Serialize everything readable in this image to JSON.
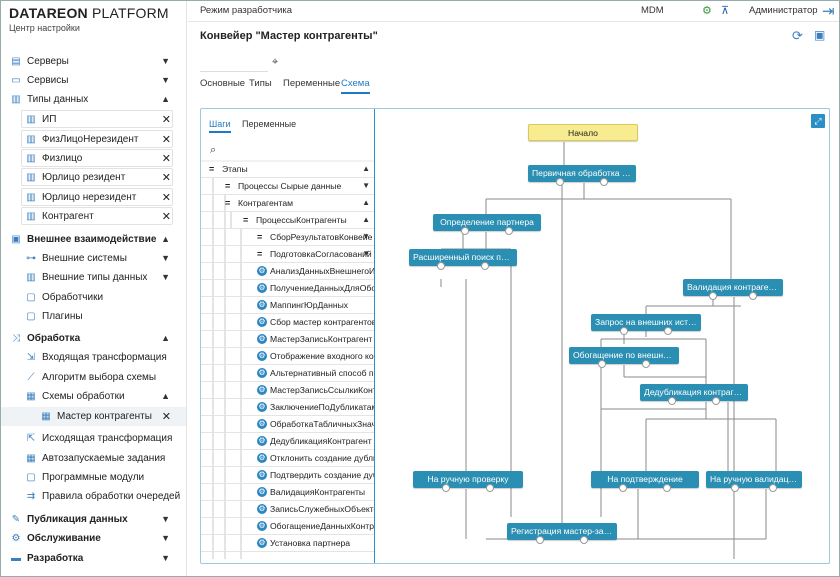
{
  "brand": {
    "name_bold": "DATAREON",
    "name_light": " PLATFORM",
    "subtitle": "Центр настройки"
  },
  "header": {
    "mode": "Режим разработчика",
    "mdm": "MDM",
    "user": "Администратор"
  },
  "sidebar": {
    "servers": "Серверы",
    "services": "Сервисы",
    "data_types": "Типы данных",
    "dt_items": [
      "ИП",
      "ФизЛицоНерезидент",
      "Физлицо",
      "Юрлицо резидент",
      "Юрлицо нерезидент",
      "Контрагент"
    ],
    "external": "Внешнее взаимодействие",
    "ext_items": [
      "Внешние системы",
      "Внешние типы данных",
      "Обработчики",
      "Плагины"
    ],
    "processing": "Обработка",
    "proc_items": [
      "Входящая трансформация",
      "Алгоритм выбора схемы",
      "Схемы обработки"
    ],
    "active_item": "Мастер контрагенты",
    "proc_items2": [
      "Исходящая трансформация",
      "Автозапускаемые задания",
      "Программные модули",
      "Правила обработки очередей"
    ],
    "publish": "Публикация данных",
    "maintenance": "Обслуживание",
    "development": "Разработка"
  },
  "page": {
    "title": "Конвейер \"Мастер контрагенты\""
  },
  "tabs": [
    "Основные",
    "Типы",
    "Переменные",
    "Схема"
  ],
  "left_tabs": [
    "Шаги",
    "Переменные"
  ],
  "tree": {
    "stages": "Этапы",
    "raw": "Процессы Сырые данные",
    "contr": "Контрагентам",
    "proc": "ПроцессыКонтрагенты",
    "collect": "СборРезультатовКонвейе",
    "prepare": "ПодготовкаСогласований",
    "steps": [
      "АнализДанныхВнешнегоИст",
      "ПолучениеДанныхДляОбога",
      "МаппингЮрДанных",
      "Сбор мастер контрагентов д",
      "МастерЗаписьКонтрагент",
      "Отображение входного конт",
      "Альтернативный способ пои",
      "МастерЗаписьСсылкиКонтр",
      "ЗаключениеПоДубликатамК",
      "ОбработкаТабличныхЗначен",
      "ДедубликацияКонтрагент",
      "Отклонить создание дублик",
      "Подтвердить создание дубл",
      "ВалидацияКонтрагенты",
      "ЗаписьСлужебныхОбъектов",
      "ОбогащениеДанныхКонтраг",
      "Установка партнера"
    ]
  },
  "nodes": {
    "start": "Начало",
    "n1": "Первичная обработка вх...",
    "n2": "Определение партнера",
    "n3": "Расширенный поиск партнера",
    "n4": "Валидация контрагента",
    "n5": "Запрос на внешних исто...",
    "n6": "Обогащение по внешнему...",
    "n7": "Дедубликация контрагент",
    "n8": "На ручную проверку",
    "n9": "На подтверждение",
    "n10": "На ручную валидацию",
    "n11": "Регистрация мастер-записи"
  }
}
